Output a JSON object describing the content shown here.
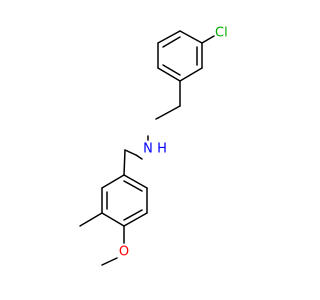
{
  "molecule": {
    "atoms": {
      "chlorine": {
        "label": "Cl",
        "color": "#00aa00"
      },
      "amine": {
        "label": "N",
        "subscript_label": "H",
        "color": "#0000ff"
      },
      "methoxy_oxygen": {
        "label": "O",
        "color": "#ff0000"
      }
    }
  }
}
